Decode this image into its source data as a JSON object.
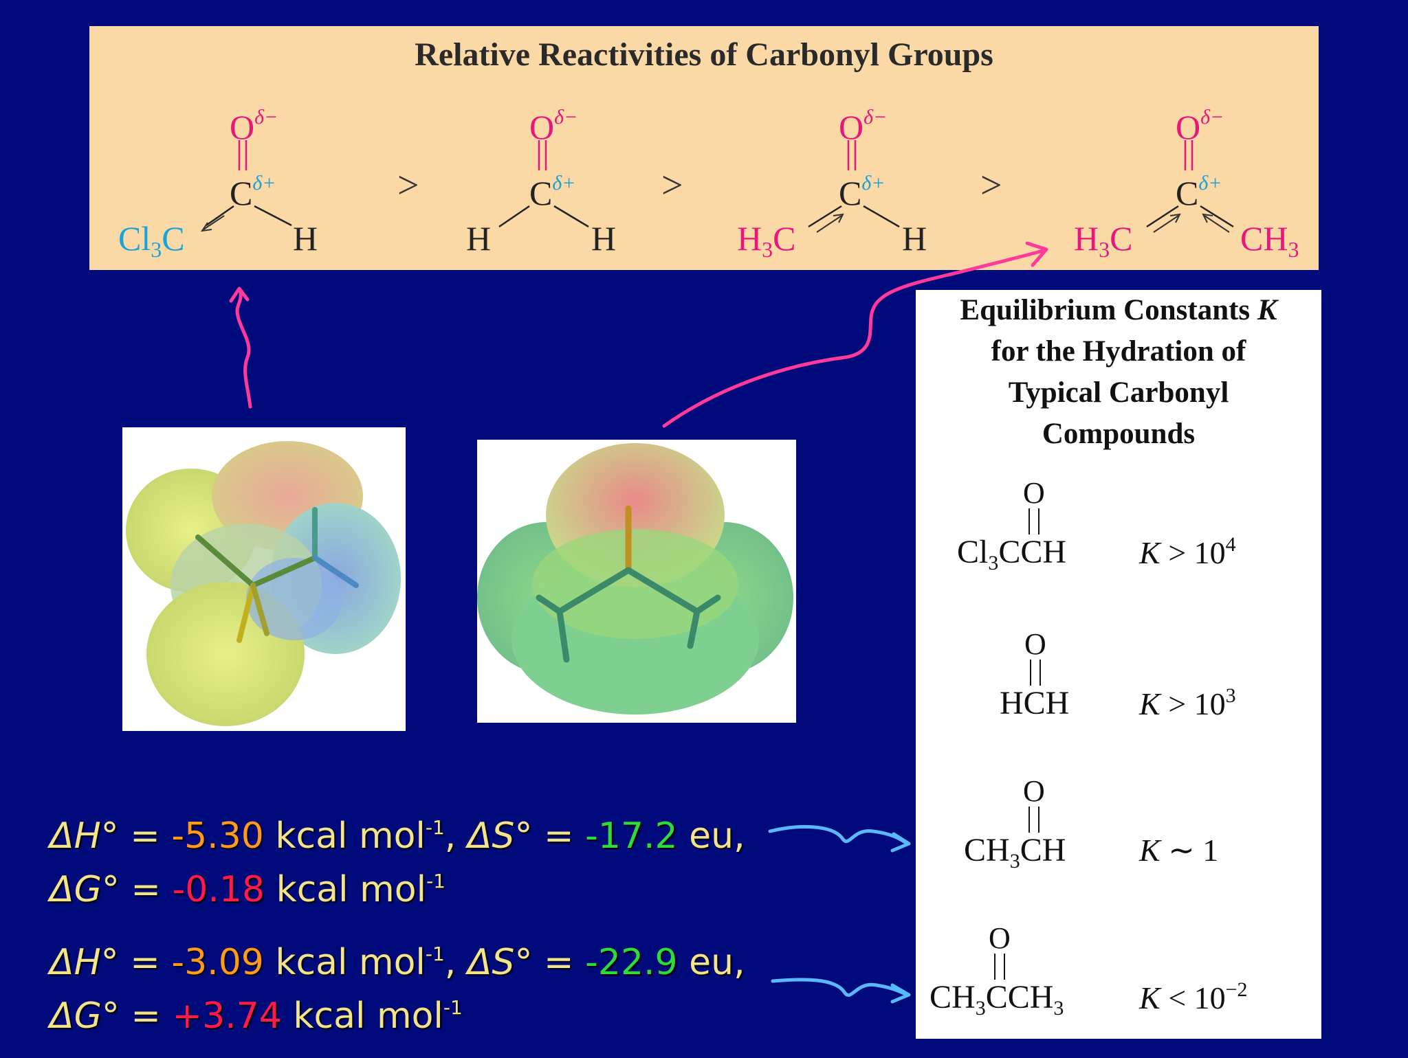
{
  "top_panel": {
    "title": "Relative Reactivities of Carbonyl Groups",
    "greater_than": ">",
    "delta_minus": "δ−",
    "delta_plus": "δ+",
    "compounds": [
      {
        "o": "O",
        "c": "C",
        "left_main": "Cl",
        "left_sub": "3",
        "left_tail": "C",
        "right": "H"
      },
      {
        "o": "O",
        "c": "C",
        "left_main": "H",
        "left_sub": "",
        "left_tail": "",
        "right": "H"
      },
      {
        "o": "O",
        "c": "C",
        "left_main": "H",
        "left_sub": "3",
        "left_tail": "C",
        "right": "H"
      },
      {
        "o": "O",
        "c": "C",
        "left_main": "H",
        "left_sub": "3",
        "left_tail": "C",
        "right_main": "CH",
        "right_sub": "3"
      }
    ]
  },
  "k_panel": {
    "title_line1": "Equilibrium Constants ",
    "title_k": "K",
    "title_line2": "for the Hydration of",
    "title_line3": "Typical Carbonyl",
    "title_line4": "Compounds",
    "rows": [
      {
        "o": "O",
        "f1": "Cl",
        "f1sub": "3",
        "f2": "CCH",
        "f2sub": "",
        "k": "K",
        "rel": " > 10",
        "exp": "4"
      },
      {
        "o": "O",
        "f1": "HCH",
        "f1sub": "",
        "f2": "",
        "f2sub": "",
        "k": "K",
        "rel": " > 10",
        "exp": "3"
      },
      {
        "o": "O",
        "f1": "CH",
        "f1sub": "3",
        "f2": "CH",
        "f2sub": "",
        "k": "K",
        "rel": " ∼ 1",
        "exp": ""
      },
      {
        "o": "O",
        "f1": "CH",
        "f1sub": "3",
        "f2": "CCH",
        "f2sub": "3",
        "k": "K",
        "rel": " < 10",
        "exp": "−2"
      }
    ]
  },
  "thermo": [
    {
      "dH_label": "ΔH°",
      "eq": " = ",
      "dH_value": "-5.30",
      "unit": " kcal mol",
      "unit_exp": "-1",
      "sep": ", ",
      "dS_label": "ΔS°",
      "dS_value": "-17.2",
      "dS_unit": " eu,",
      "dG_label": "ΔG°",
      "dG_eq": " =  ",
      "dG_value": "-0.18"
    },
    {
      "dH_label": "ΔH°",
      "eq": " = ",
      "dH_value": "-3.09",
      "unit": " kcal mol",
      "unit_exp": "-1",
      "sep": ", ",
      "dS_label": "ΔS°",
      "dS_value": "-22.9",
      "dS_unit": " eu,",
      "dG_label": "ΔG°",
      "dG_eq": " = ",
      "dG_value": "+3.74"
    }
  ],
  "colors": {
    "background": "#000a7a",
    "panel": "#fbd9a6",
    "pink": "#e8177e",
    "cyan": "#1aa3d9",
    "arrow_pink": "#ff3a9a",
    "arrow_blue": "#5ab8ff"
  }
}
